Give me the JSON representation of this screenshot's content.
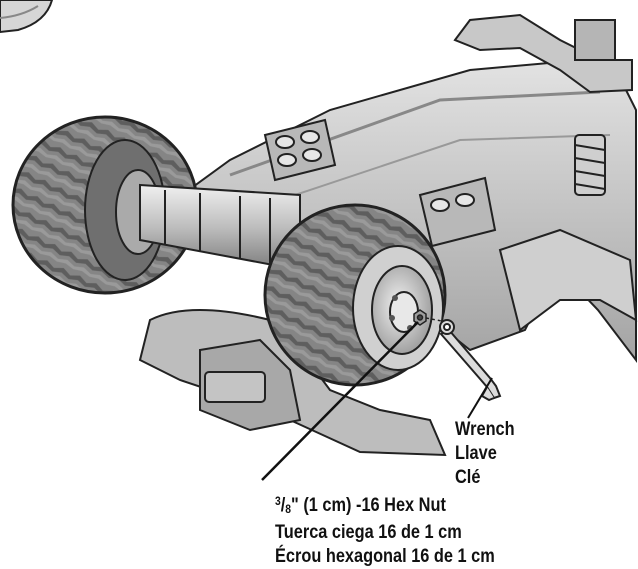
{
  "labels": {
    "wrench": [
      "Wrench",
      "Llave",
      "Clé"
    ],
    "nut": {
      "size_numerator": "3",
      "size_denominator": "8",
      "size_rest": "\" (1 cm)  -16 Hex Nut",
      "spanish": "Tuerca ciega 16 de 1 cm",
      "french": "Écrou hexagonal 16 de 1 cm"
    }
  },
  "colors": {
    "outline": "#222222",
    "body_light": "#d4d4d4",
    "body_mid": "#a9a9a9",
    "body_dark": "#6b6b6b",
    "tire": "#7a7a7a"
  }
}
